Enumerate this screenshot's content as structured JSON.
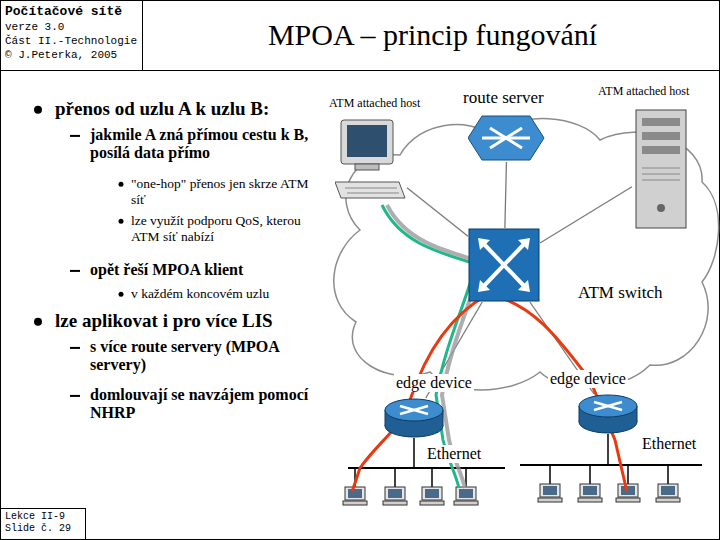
{
  "diagram": {
    "title": "MPOA – princip fungování",
    "nodes": [
      {
        "text": [
          "Počítačové sítě",
          "verze 3.0",
          "Část II.-Technologie",
          "© J.Peterka, 2005"
        ]
      },
      {
        "text": [
          "Lekce II-9",
          "Slide č. 29"
        ]
      },
      {
        "text": [
          "ATM attached host"
        ]
      },
      {
        "text": [
          "route server"
        ]
      },
      {
        "text": [
          "ATM attached host"
        ]
      },
      {
        "text": [
          "ATM switch"
        ]
      },
      {
        "text": [
          "edge device"
        ]
      },
      {
        "text": [
          "edge device"
        ]
      }
    ],
    "edges": [
      {
        "from": 3,
        "to": 5,
        "arrow": "none"
      },
      {
        "from": 2,
        "to": 5,
        "arrow": "none"
      },
      {
        "from": 4,
        "to": 5,
        "arrow": "none"
      },
      {
        "from": 5,
        "to": 6,
        "arrow": "none"
      },
      {
        "from": 5,
        "to": 7,
        "arrow": "none"
      }
    ],
    "labels": [
      "přenos od uzlu A k uzlu B:",
      "jakmile A zná přímou cestu k B, posílá data přímo",
      "\"one-hop\" přenos jen skrze ATM síť",
      "lze využít podporu QoS, kterou ATM síť nabízí",
      "opět řeší MPOA klient",
      "v každém koncovém uzlu",
      "lze aplikovat i pro více LIS",
      "s více route servery (MPOA servery)",
      "domlouvají se navzájem pomocí NHRP",
      "Ethernet",
      "Ethernet"
    ]
  }
}
